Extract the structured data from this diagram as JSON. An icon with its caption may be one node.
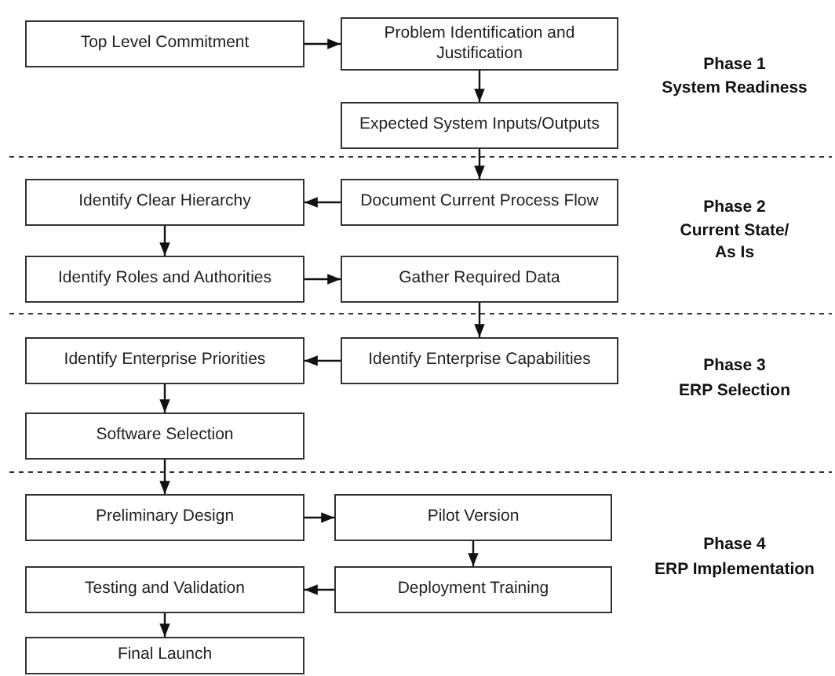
{
  "diagram": {
    "nodes": [
      {
        "text": [
          "Top Level Commitment"
        ]
      },
      {
        "text": [
          "Problem Identification and Justification"
        ]
      },
      {
        "text": [
          "Expected System Inputs/Outputs"
        ]
      },
      {
        "text": [
          "Identify Clear Hierarchy"
        ]
      },
      {
        "text": [
          "Document Current Process Flow"
        ]
      },
      {
        "text": [
          "Identify Roles and Authorities"
        ]
      },
      {
        "text": [
          "Gather Required Data"
        ]
      },
      {
        "text": [
          "Identify Enterprise Priorities"
        ]
      },
      {
        "text": [
          "Identify Enterprise Capabilities"
        ]
      },
      {
        "text": [
          "Software Selection"
        ]
      },
      {
        "text": [
          "Preliminary Design"
        ]
      },
      {
        "text": [
          "Pilot Version"
        ]
      },
      {
        "text": [
          "Testing and Validation"
        ]
      },
      {
        "text": [
          "Deployment Training"
        ]
      },
      {
        "text": [
          "Final Launch"
        ]
      }
    ],
    "edges": [
      {
        "from": 0,
        "to": 1,
        "arrow": "to"
      },
      {
        "from": 1,
        "to": 2,
        "arrow": "to"
      },
      {
        "from": 2,
        "to": 4,
        "arrow": "to"
      },
      {
        "from": 4,
        "to": 3,
        "arrow": "to"
      },
      {
        "from": 3,
        "to": 5,
        "arrow": "to"
      },
      {
        "from": 5,
        "to": 6,
        "arrow": "to"
      },
      {
        "from": 6,
        "to": 8,
        "arrow": "to"
      },
      {
        "from": 8,
        "to": 7,
        "arrow": "to"
      },
      {
        "from": 7,
        "to": 9,
        "arrow": "to"
      },
      {
        "from": 9,
        "to": 10,
        "arrow": "to"
      },
      {
        "from": 10,
        "to": 11,
        "arrow": "to"
      },
      {
        "from": 11,
        "to": 13,
        "arrow": "to"
      },
      {
        "from": 13,
        "to": 12,
        "arrow": "to"
      },
      {
        "from": 12,
        "to": 14,
        "arrow": "to"
      }
    ],
    "labels": [
      "Phase 1",
      "System Readiness",
      "Phase 2",
      "Current State/ As Is",
      "Phase 3",
      "ERP Selection",
      "Phase 4",
      "ERP Implementation"
    ]
  }
}
